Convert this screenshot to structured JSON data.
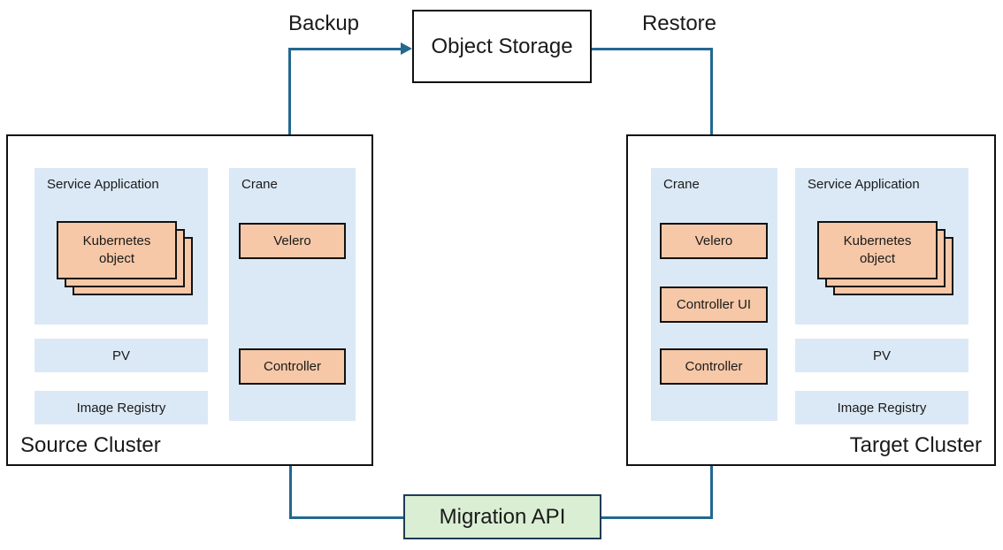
{
  "connections": {
    "backup_label": "Backup",
    "restore_label": "Restore"
  },
  "object_storage": {
    "label": "Object Storage"
  },
  "migration_api": {
    "label": "Migration API"
  },
  "source_cluster": {
    "title": "Source Cluster",
    "service_application": {
      "title": "Service Application",
      "kubernetes_object": "Kubernetes object"
    },
    "pv": "PV",
    "image_registry": "Image Registry",
    "crane": {
      "title": "Crane",
      "velero": "Velero",
      "controller": "Controller"
    }
  },
  "target_cluster": {
    "title": "Target Cluster",
    "crane": {
      "title": "Crane",
      "velero": "Velero",
      "controller_ui": "Controller UI",
      "controller": "Controller"
    },
    "service_application": {
      "title": "Service Application",
      "kubernetes_object": "Kubernetes object"
    },
    "pv": "PV",
    "image_registry": "Image Registry"
  },
  "colors": {
    "panel_blue": "#dbe9f6",
    "component_orange": "#f6c8a7",
    "api_green": "#d9eed3",
    "connector_teal": "#24688f",
    "box_border": "#111111"
  }
}
